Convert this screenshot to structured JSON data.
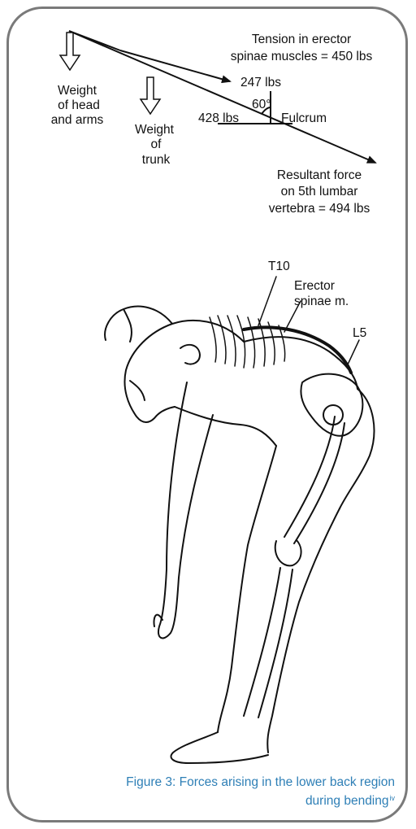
{
  "labels": {
    "tension_line1": "Tension in erector",
    "tension_line2": "spinae muscles = 450 lbs",
    "weight_head_line1": "Weight",
    "weight_head_line2": "of head",
    "weight_head_line3": "and arms",
    "weight_trunk_line1": "Weight",
    "weight_trunk_line2": "of",
    "weight_trunk_line3": "trunk",
    "force_247": "247 lbs",
    "angle_60": "60°",
    "force_428": "428 lbs",
    "fulcrum": "Fulcrum",
    "resultant_line1": "Resultant force",
    "resultant_line2": "on 5th lumbar",
    "resultant_line3": "vertebra = 494 lbs",
    "t10": "T10",
    "erector_line1": "Erector",
    "erector_line2": "spinae m.",
    "l5": "L5"
  },
  "caption": {
    "line1": "Figure 3: Forces arising in the lower back region",
    "line2": "during bending",
    "superscript": "iv"
  }
}
